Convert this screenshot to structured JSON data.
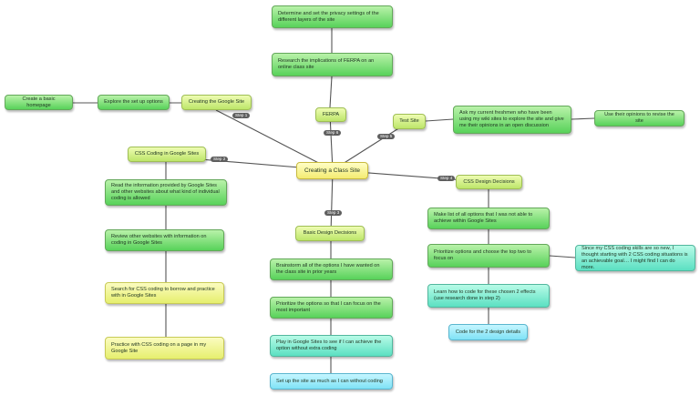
{
  "root": "Creating a Class Site",
  "steps": [
    "Step 1",
    "Step 2",
    "Step 3",
    "Step 4",
    "Step 5",
    "Step 6"
  ],
  "branch1": {
    "title": "Creating the Google Site",
    "sub1": "Explore the set up options",
    "sub2": "Create a basic homepage"
  },
  "branch2": {
    "title": "CSS Coding in Google Sites",
    "items": [
      "Read the information provided by Google Sites and other websites about what kind of individual coding is allowed",
      "Review other websites with information on coding in Google Sites",
      "Search for CSS coding to borrow and practice with in Google Sites",
      "Practice with CSS coding on a page in my Google Site"
    ]
  },
  "branch3": {
    "title": "Basic Design Decisions",
    "items": [
      "Brainstorm all of the options I have wanted on the class site in prior years",
      "Prioritize the options so that I can focus on the most important",
      "Play in Google Sites to see if I can achieve the option without extra coding",
      "Set up the site as much as I can without coding"
    ]
  },
  "branch4": {
    "title": "CSS Design Decisions",
    "items": [
      "Make list of all options that I was not able to achieve within Google Sites",
      "Prioritize options and choose the top two to focus on",
      "Learn how to code for these chosen 2 effects (use research done in step 2)",
      "Code for the 2 design details"
    ],
    "note": "Since my CSS coding skills are so new, I thought starting with 2 CSS coding situations is an achievable goal… I might find I can do more."
  },
  "branch5": {
    "title": "Test Site",
    "sub1": "Ask my current freshmen who have been using my wiki sites to explore the site and give me their opinions in an open discussion",
    "sub2": "Use their opinions to revise the site"
  },
  "branch6": {
    "title": "FERPA",
    "sub1": "Research the implications of FERPA on an online class site",
    "sub2": "Determine and set the privacy settings of the different layers of the site"
  }
}
